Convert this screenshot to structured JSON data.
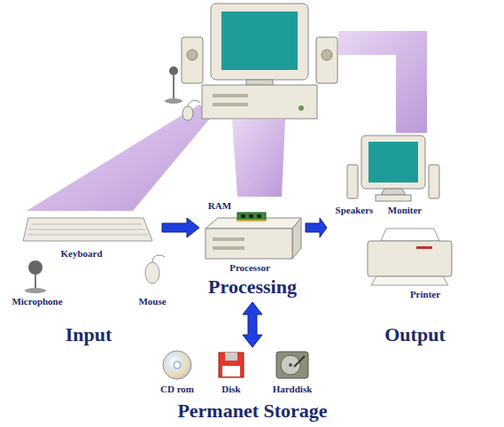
{
  "diagram": {
    "nodes": [
      {
        "text": [
          "Input"
        ]
      },
      {
        "text": [
          "Processing"
        ]
      },
      {
        "text": [
          "Output"
        ]
      },
      {
        "text": [
          "Permanet Storage"
        ]
      }
    ],
    "edges": [
      {
        "from": 0,
        "to": 1,
        "arrow": "to"
      },
      {
        "from": 1,
        "to": 2,
        "arrow": "to"
      },
      {
        "from": 1,
        "to": 3,
        "arrow": "both"
      }
    ],
    "labels": [
      "RAM",
      "Keyboard",
      "Speakers",
      "Moniter",
      "Processor",
      "Microphone",
      "Mouse",
      "Printer",
      "CD rom",
      "Disk",
      "Harddisk"
    ]
  }
}
